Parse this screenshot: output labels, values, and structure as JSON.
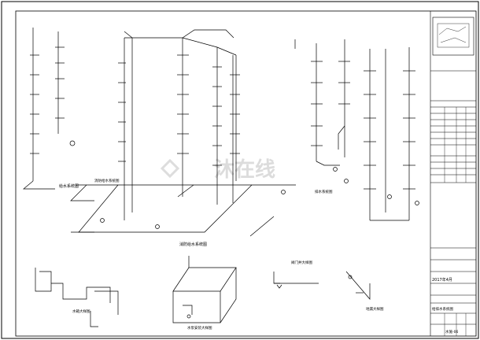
{
  "title_block": {
    "drawing_label": "给排水系统图",
    "date": "2017年4月",
    "sheet_no": "水施-06"
  },
  "section_labels": {
    "water_supply_system": "给水系统图",
    "drain_system": "排水系统图",
    "fire_system": "消防给水系统图"
  },
  "detail_labels": {
    "tank_detail": "水箱大样图",
    "pump_detail": "水泵安装大样图",
    "valve_detail": "阀门井大样图",
    "floor_drain_detail": "地漏大样图"
  },
  "watermark": "沐在线",
  "colors": {
    "line": "#000000",
    "watermark": "#d9d9d9"
  }
}
